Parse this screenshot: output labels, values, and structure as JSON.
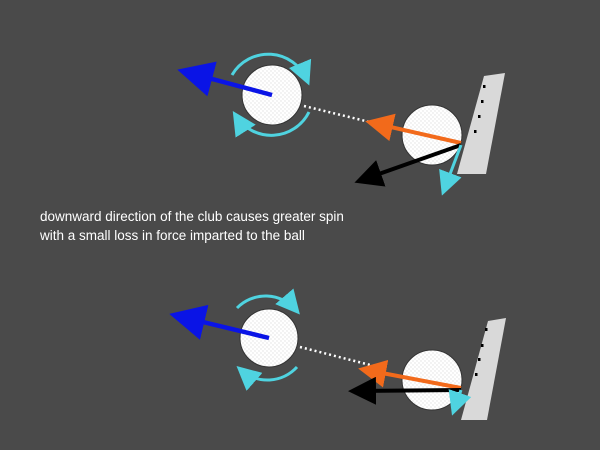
{
  "caption": {
    "line1": "downward direction of the club causes greater spin",
    "line2": "with a small loss in force imparted to the ball"
  },
  "colors": {
    "background": "#4a4a4a",
    "ball_fill": "#ffffff",
    "club_face": "#d9d9d9",
    "ball_travel_arrow": "#0a14e6",
    "force_arrow": "#f26a1b",
    "club_motion_arrow": "#000000",
    "friction_arrow": "#4fd3e0",
    "spin_arrows": "#4fd3e0",
    "trajectory_dots": "#ffffff"
  },
  "scenes": [
    {
      "name": "steep-downward-strike",
      "spin": "greater"
    },
    {
      "name": "shallow-strike",
      "spin": "smaller"
    }
  ]
}
